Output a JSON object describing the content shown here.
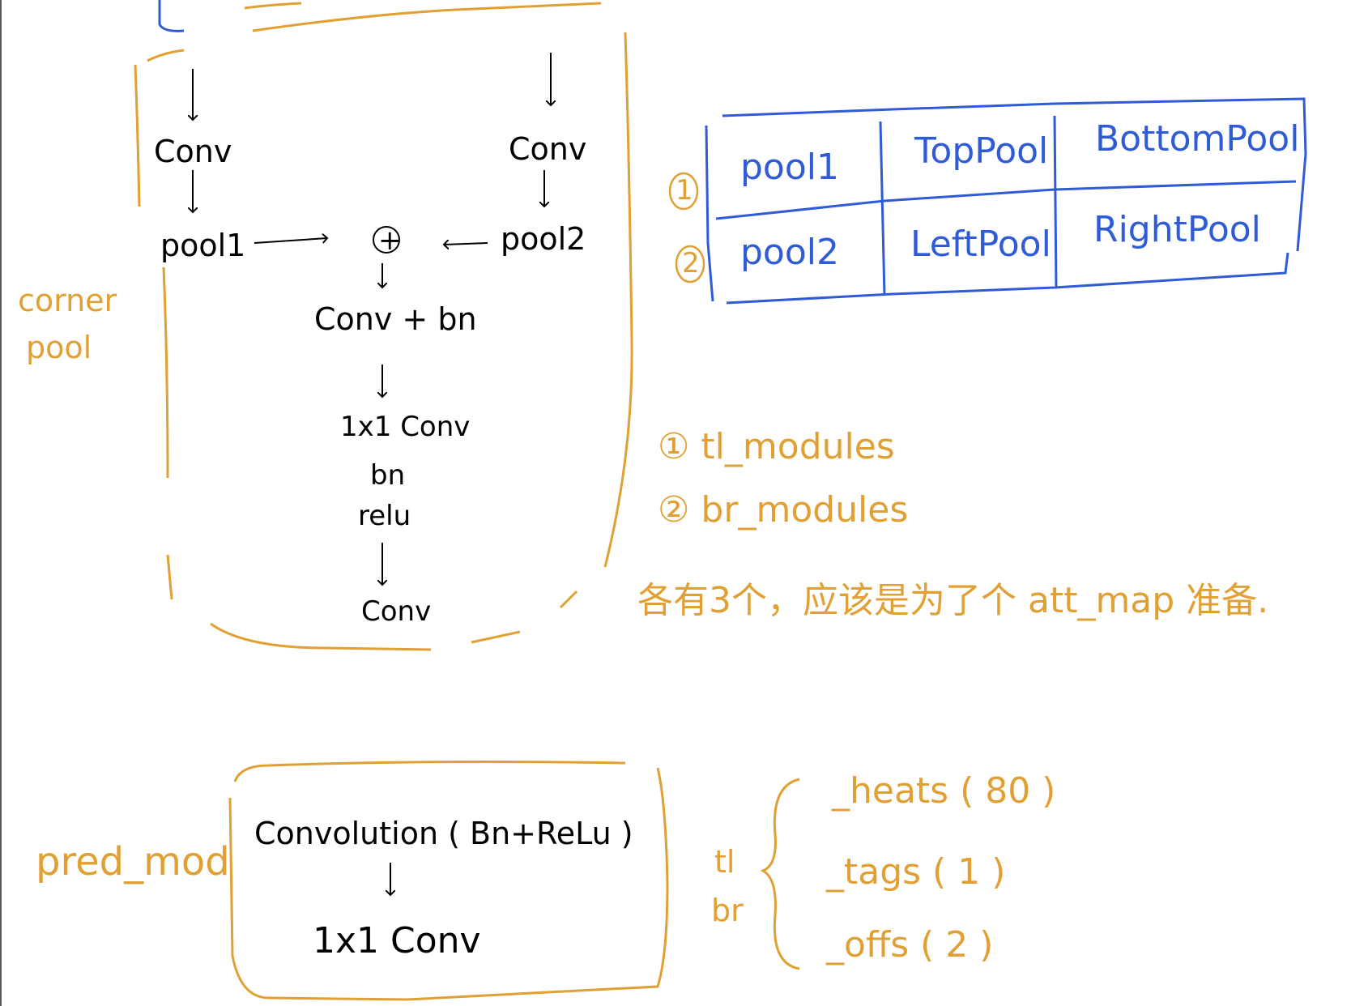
{
  "colors": {
    "ink": "#000000",
    "orange": "#e0a033",
    "blue": "#2f5bd6"
  },
  "corner_pool": {
    "label_line1": "corner",
    "label_line2": "pool",
    "left_conv": "Conv",
    "right_conv": "Conv",
    "pool1": "pool1",
    "pool2": "pool2",
    "plus": "+",
    "conv_bn": "Conv + bn",
    "conv1x1": "1x1 Conv",
    "bn": "bn",
    "relu": "relu",
    "final_conv": "Conv"
  },
  "pool_table": {
    "row_markers": [
      "1",
      "2"
    ],
    "rows": [
      [
        "pool1",
        "TopPool",
        "BottomPool"
      ],
      [
        "pool2",
        "LeftPool",
        "RightPool"
      ]
    ]
  },
  "modules_note": {
    "line1": "① tl_modules",
    "line2": "② br_modules",
    "line3": "各有3个，应该是为了个 att_map 准备."
  },
  "pred_mod": {
    "label": "pred_mod",
    "convolution": "Convolution ( Bn+ReLu )",
    "conv1x1": "1x1 Conv",
    "branches_tl": "tl",
    "branches_br": "br",
    "outputs": [
      "_heats ( 80 )",
      "_tags ( 1 )",
      "_offs ( 2 )"
    ]
  }
}
